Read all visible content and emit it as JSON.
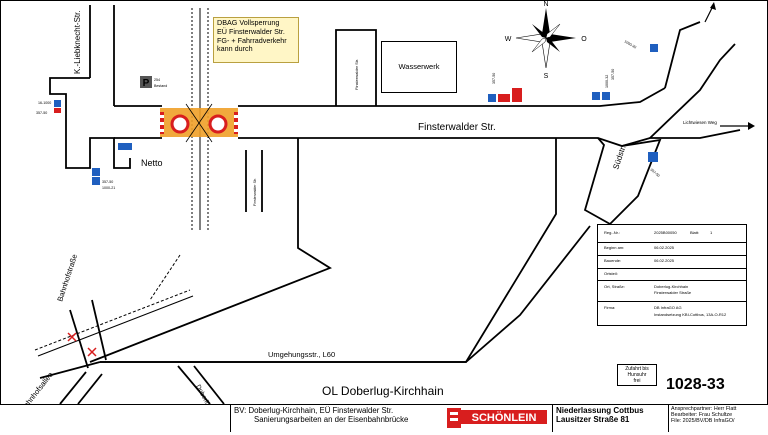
{
  "note": {
    "lines": [
      "DBAG Vollsperrung",
      "EÜ Finsterwalder Str.",
      "FG- + Fahrradverkehr",
      "kann durch"
    ]
  },
  "streets": {
    "liebknecht": "K.-Liebknecht-Str.",
    "finsterwalder": "Finsterwalder Str.",
    "suedstr": "Südstr.",
    "umgehung": "Umgehungsstr., L60",
    "bahnhofstrasse": "Bahnhofstraße",
    "bahnhofsallee": "Bahnhofsallee",
    "doberlug": "Doberlug",
    "lichtwiesen": "Lichtwiesen Weg",
    "finsterwalder_small": "Finsterwalder Str."
  },
  "places": {
    "netto": "Netto",
    "wasserwerk": "Wasserwerk",
    "parking_sign": "P",
    "parking_label": "Bestand"
  },
  "compass": {
    "n": "N",
    "s": "S",
    "w": "W",
    "o": "O"
  },
  "town": "OL Doberlug-Kirchhain",
  "zufahrt": [
    "Zufahrt bis",
    "Hunsuhr",
    "frei"
  ],
  "drawing_no": "1028-33",
  "info": {
    "rows": [
      {
        "label": "Reg.-Nr.:",
        "value": "2025B00050",
        "extra_label": "Blatt:",
        "extra_value": "1"
      },
      {
        "label": "Beginn am:",
        "value": "06.02.2025"
      },
      {
        "label": "Bauende:",
        "value": "06.02.2025"
      },
      {
        "label": "Ortsteil:",
        "value": ""
      },
      {
        "label": "Ort, Straße:",
        "value": "Doberlug-Kirchhain",
        "value2": "Finsterwalder Straße"
      },
      {
        "label": "Firma:",
        "value": "DB InfraGO AG",
        "value2": "Instandsetzung KBI-Cottbus, 13A-O-R12"
      }
    ]
  },
  "title_block": {
    "bv": "BV: Doberlug-Kirchhain, EÜ Finsterwalder Str.",
    "task": "Sanierungsarbeiten an der Eisenbahnbrücke",
    "company": "SCHÖNLEIN",
    "branch": "Niederlassung Cottbus",
    "address": "Lausitzer Straße 81",
    "contact": "Ansprechpartner: Herr Flatt",
    "editor": "Bearbeiter: Frau Schultze",
    "file": "File: 2025/BV/DB InfraGO/"
  },
  "sign_codes": {
    "s1": "16-1000",
    "s2": "357-50",
    "s3": "1000-21",
    "s4": "357-50",
    "s5": "254",
    "s6": "357-50",
    "s7": "1000-32",
    "s8": "357-50",
    "s9": "1000-30",
    "s10": "357-50"
  },
  "colors": {
    "sign_blue": "#1f5fbf",
    "sign_red": "#d81e1e",
    "closure_orange": "#f0a028",
    "note_fill": "#fff6c6"
  }
}
